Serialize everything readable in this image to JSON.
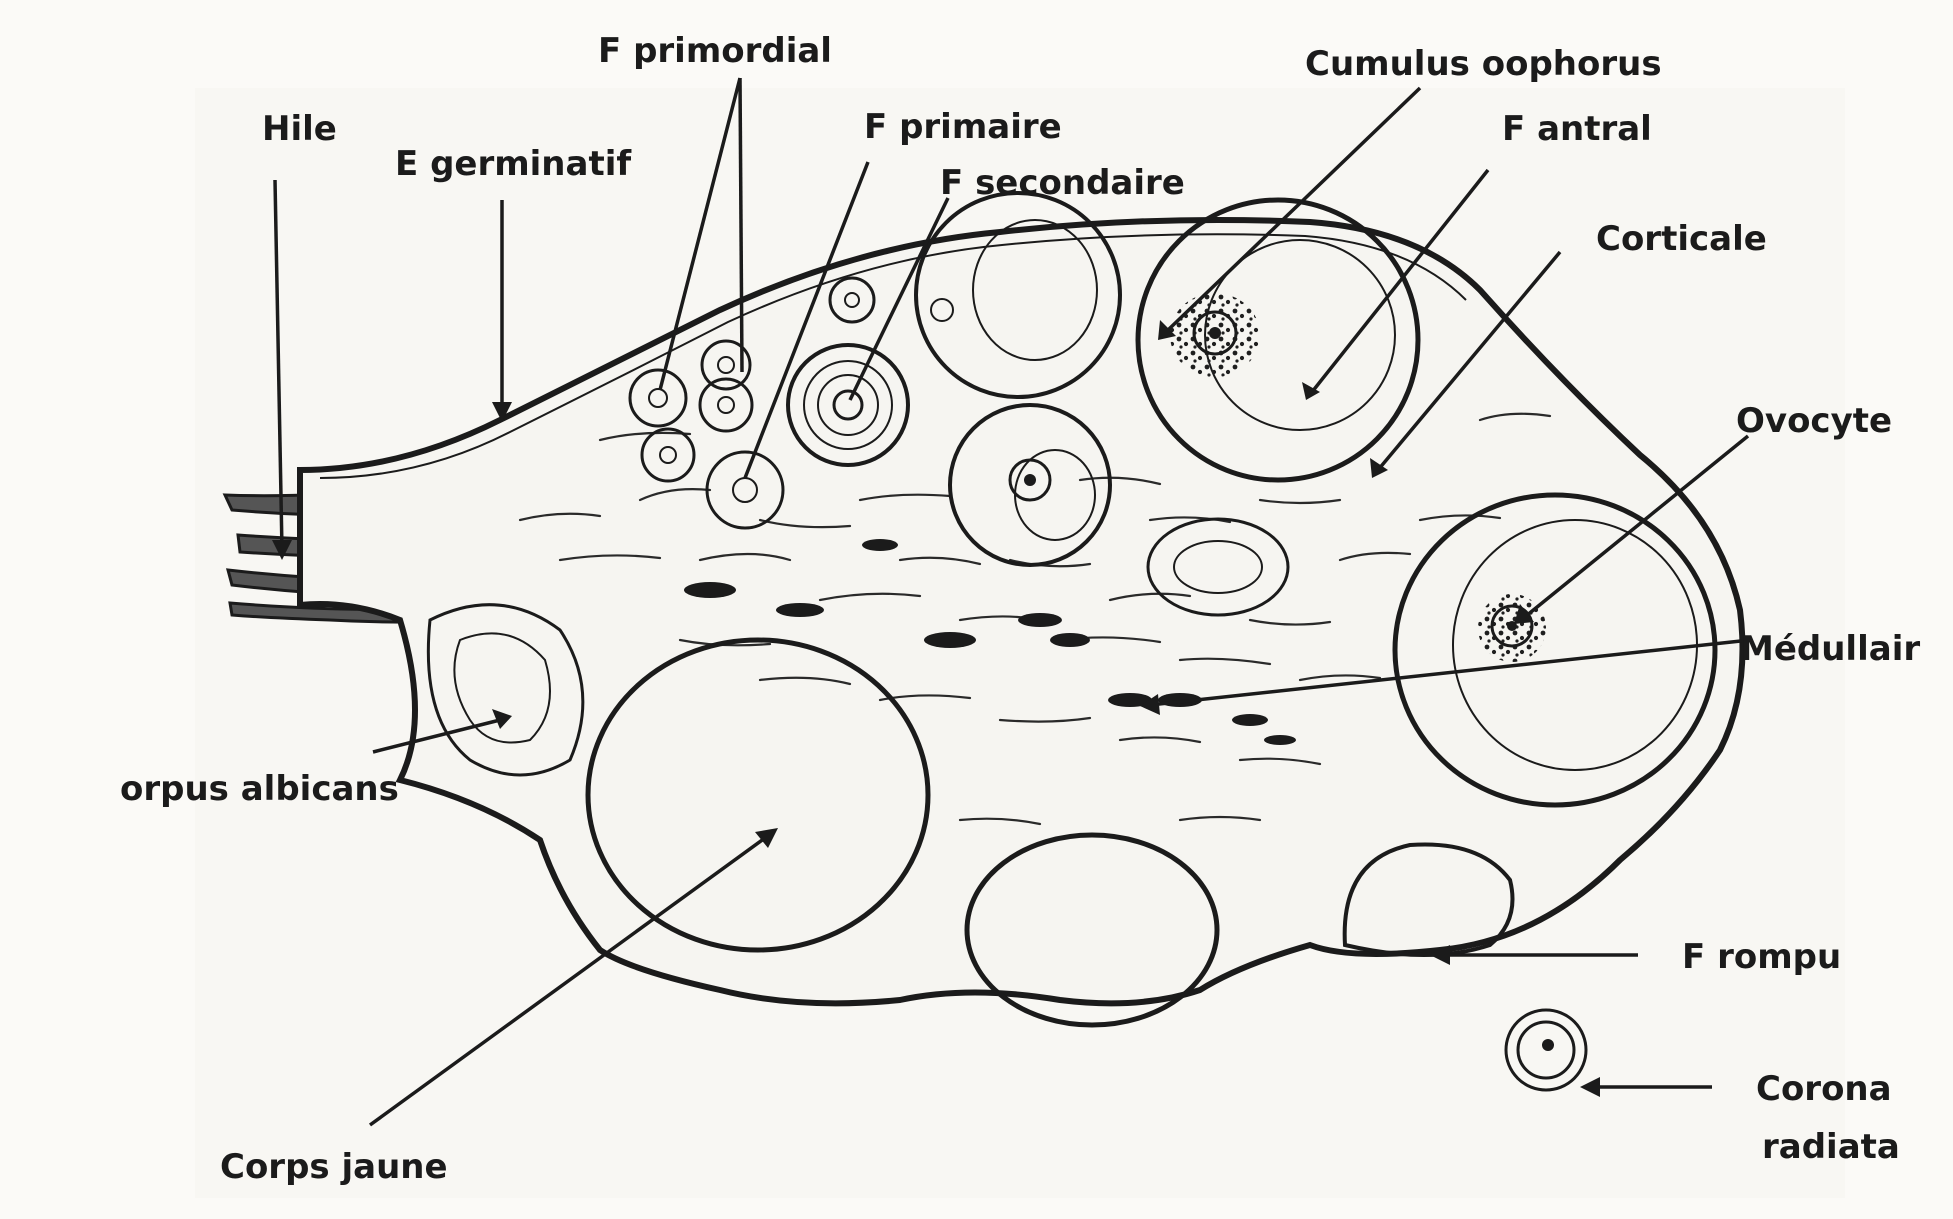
{
  "labels": {
    "hile": "Hile",
    "e_germinatif": "E germinatif",
    "f_primordial": "F primordial",
    "f_primaire": "F primaire",
    "f_secondaire": "F secondaire",
    "cumulus_oophorus": "Cumulus oophorus",
    "f_antral": "F antral",
    "corticale": "Corticale",
    "ovocyte": "Ovocyte",
    "medullaire": "Médullair",
    "corpus_albicans": "orpus albicans",
    "f_rompu": "F rompu",
    "corona_radiata_1": "Corona",
    "corona_radiata_2": "radiata",
    "corps_jaune": "Corps jaune"
  }
}
